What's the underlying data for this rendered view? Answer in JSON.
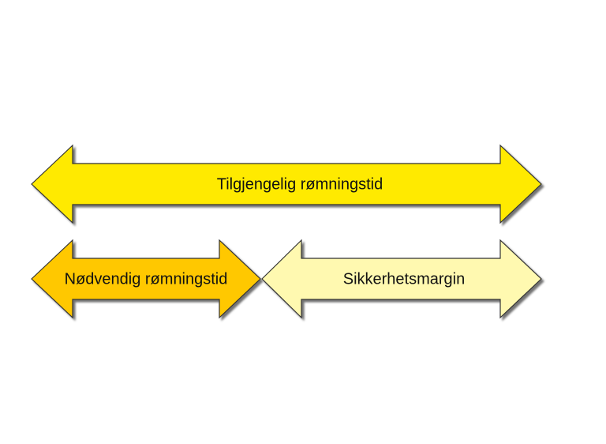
{
  "arrows": {
    "available": {
      "label": "Tilgjengelig rømningstid",
      "color": "#FFEA00"
    },
    "required": {
      "label": "Nødvendig rømningstid",
      "color": "#FFC800"
    },
    "margin": {
      "label": "Sikkerhetsmargin",
      "color": "#FFF9B0"
    }
  }
}
